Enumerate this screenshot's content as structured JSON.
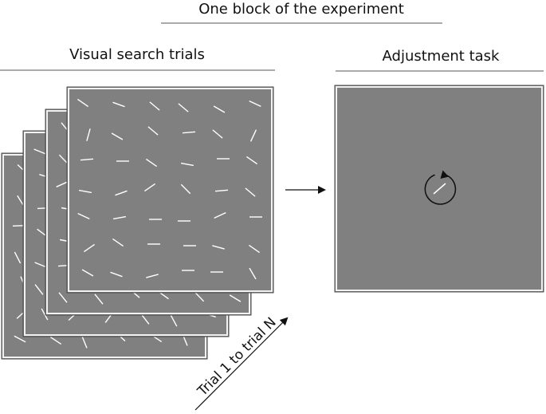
{
  "title": "One block of the experiment",
  "left_heading": "Visual search trials",
  "right_heading": "Adjustment task",
  "trial_axis_label": "Trial 1 to trial N",
  "colors": {
    "panel_fill": "#808080",
    "panel_border": "#f2f2f2",
    "panel_outline": "#4d4d4d",
    "stimulus_line": "#ffffff",
    "rule": "#555555",
    "arrow": "#111111"
  },
  "search_trials": {
    "stacked_panels": 4,
    "front_panel_line_orientations_deg": [
      [
        35,
        20,
        40,
        40,
        30,
        25
      ],
      [
        -75,
        30,
        40,
        -5,
        40,
        -65
      ],
      [
        -5,
        0,
        35,
        10,
        0,
        35
      ],
      [
        10,
        -20,
        -35,
        45,
        -5,
        40
      ],
      [
        25,
        -10,
        0,
        0,
        -25,
        0
      ],
      [
        -35,
        35,
        0,
        0,
        15,
        35
      ],
      [
        30,
        20,
        -15,
        0,
        0,
        60
      ]
    ]
  },
  "adjustment_task": {
    "icon": "rotation-arrow-icon",
    "probe_line_deg": -40
  }
}
